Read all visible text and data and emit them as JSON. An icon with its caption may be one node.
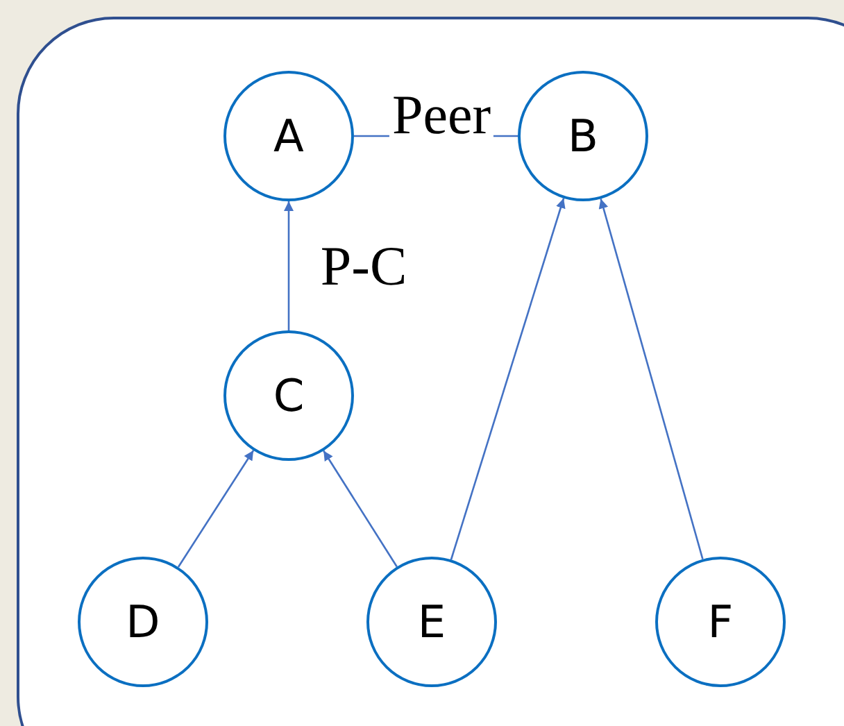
{
  "diagram": {
    "nodes": [
      {
        "text": [
          "A"
        ]
      },
      {
        "text": [
          "B"
        ]
      },
      {
        "text": [
          "C"
        ]
      },
      {
        "text": [
          "D"
        ]
      },
      {
        "text": [
          "E"
        ]
      },
      {
        "text": [
          "F"
        ]
      }
    ],
    "edges": [
      {
        "from": 0,
        "to": 1,
        "arrow": "none",
        "label": "Peer"
      },
      {
        "from": 2,
        "to": 0,
        "arrow": "to",
        "label": "P-C"
      },
      {
        "from": 3,
        "to": 2,
        "arrow": "to"
      },
      {
        "from": 4,
        "to": 2,
        "arrow": "to"
      },
      {
        "from": 4,
        "to": 1,
        "arrow": "to"
      },
      {
        "from": 5,
        "to": 1,
        "arrow": "to"
      }
    ]
  }
}
